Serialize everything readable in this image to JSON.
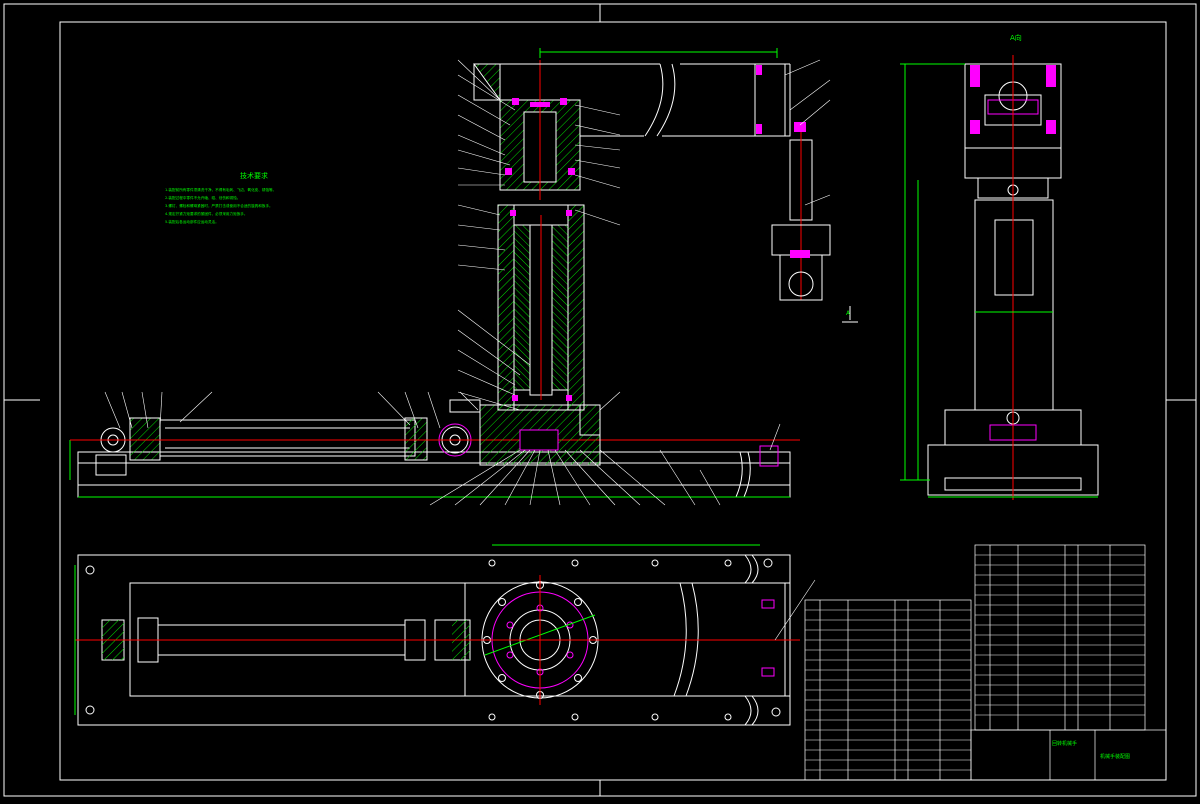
{
  "drawing": {
    "top_view_label": "A向",
    "arrow_label": "A",
    "notes_title": "技术要求",
    "notes": [
      "1.装配前所有零件须清洗干净，不得有毛刺、飞边、氧化皮、锈蚀等。",
      "2.装配过程中零件不允许磕、碰、划伤和锈蚀。",
      "3.螺钉、螺栓和螺母紧固时，严禁打击或使用不合适的旋具和扳手。",
      "4.规定拧紧力矩要求的紧固件，必须采用力矩扳手。",
      "5.装配后各运动部件应运动灵活。"
    ],
    "title_block": {
      "title": "机械手装配图",
      "subtitle": "回转机械手"
    }
  },
  "colors": {
    "background": "#000000",
    "outline": "#ffffff",
    "section_hatch": "#00ff00",
    "centerline": "#ff0000",
    "dimension": "#00ff00",
    "highlight": "#ff00ff",
    "text": "#00ff00",
    "leader": "#ffffff"
  }
}
